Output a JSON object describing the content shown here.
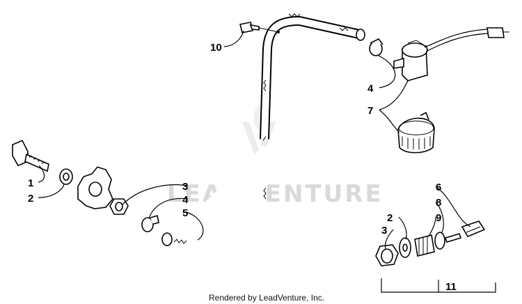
{
  "watermark": {
    "text": "LEADVENTURE"
  },
  "footer": {
    "credit": "Rendered by LeadVenture, Inc."
  },
  "callouts": {
    "c1": "1",
    "c2_left": "2",
    "c3_left": "3",
    "c4_left": "4",
    "c5": "5",
    "c10": "10",
    "c4_right": "4",
    "c7": "7",
    "c6": "6",
    "c8": "8",
    "c9": "9",
    "c2_right": "2",
    "c3_right": "3",
    "c11": "11"
  }
}
